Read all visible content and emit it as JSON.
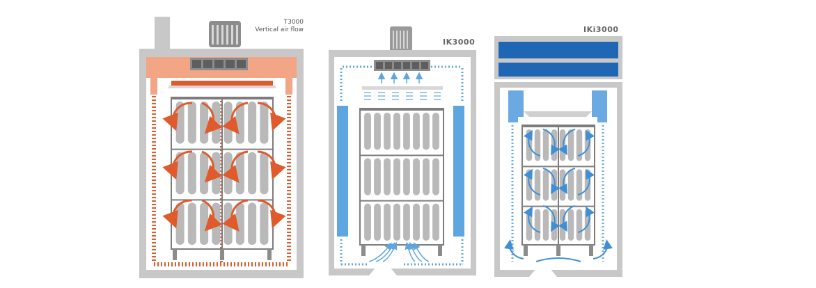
{
  "units": [
    {
      "id": "t3000",
      "title": "T3000",
      "subtitle": "Vertical air flow",
      "accent": "#e05a2b",
      "duct": "#f2a685"
    },
    {
      "id": "ik3000",
      "title": "IK3000",
      "accent": "#5ea6e0",
      "duct": "#5ea6e0"
    },
    {
      "id": "iki3000",
      "title": "IKi3000",
      "accent": "#1f67b5",
      "duct": "#6aa9e2"
    }
  ],
  "colors": {
    "frame": "#c8c8c8",
    "rack": "#7d7d7d",
    "sausage": "#b9b9b9",
    "fan": "#8c8c8c"
  }
}
